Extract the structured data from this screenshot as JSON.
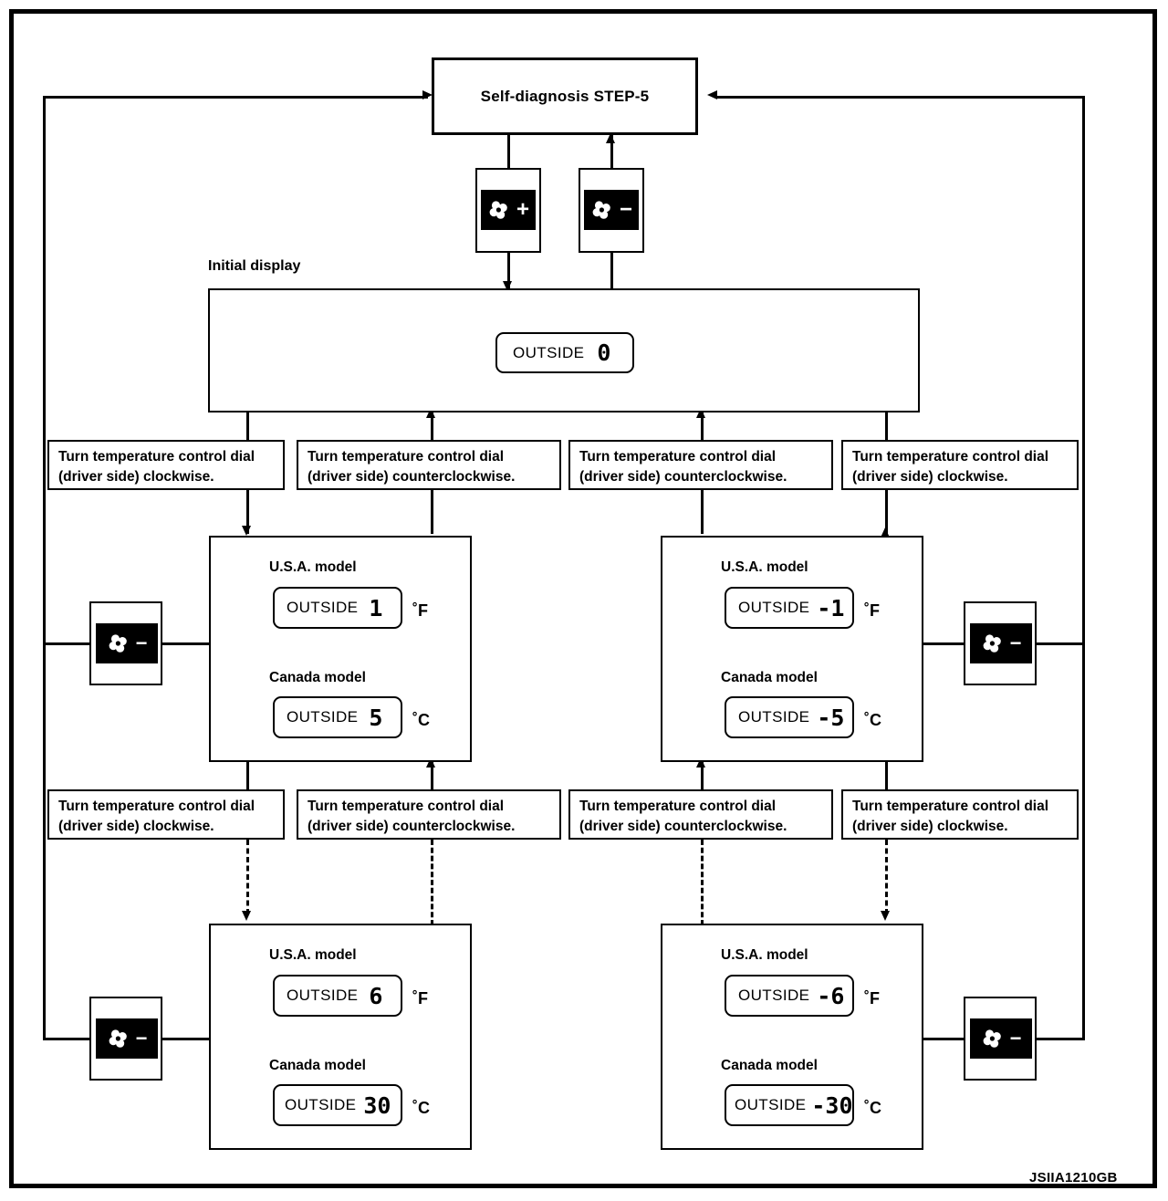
{
  "diagram": {
    "reference_code": "JSIIA1210GB",
    "top_box": {
      "label": "Self-diagnosis STEP-5"
    },
    "initial_display": {
      "caption": "Initial display",
      "lcd": {
        "label": "OUTSIDE",
        "value": "0"
      }
    },
    "keys": {
      "fan_plus": {
        "icon": "fan-icon",
        "sign": "+"
      },
      "fan_minus": {
        "icon": "fan-icon",
        "sign": "−"
      }
    },
    "instructions_row1": [
      {
        "line1": "Turn temperature control dial",
        "line2": "(driver side) clockwise."
      },
      {
        "line1": "Turn temperature control dial",
        "line2": "(driver side) counterclockwise."
      },
      {
        "line1": "Turn temperature control dial",
        "line2": "(driver side) counterclockwise."
      },
      {
        "line1": "Turn temperature control dial",
        "line2": "(driver side) clockwise."
      }
    ],
    "instructions_row2": [
      {
        "line1": "Turn temperature control dial",
        "line2": "(driver side) clockwise."
      },
      {
        "line1": "Turn temperature control dial",
        "line2": "(driver side) counterclockwise."
      },
      {
        "line1": "Turn temperature control dial",
        "line2": "(driver side) counterclockwise."
      },
      {
        "line1": "Turn temperature control dial",
        "line2": "(driver side) clockwise."
      }
    ],
    "panels": {
      "mid_left": {
        "usa": {
          "model_label": "U.S.A. model",
          "lcd_label": "OUTSIDE",
          "value": "1",
          "unit": "˚F"
        },
        "canada": {
          "model_label": "Canada model",
          "lcd_label": "OUTSIDE",
          "value": "5",
          "unit": "˚C"
        }
      },
      "mid_right": {
        "usa": {
          "model_label": "U.S.A. model",
          "lcd_label": "OUTSIDE",
          "value": "-1",
          "unit": "˚F"
        },
        "canada": {
          "model_label": "Canada model",
          "lcd_label": "OUTSIDE",
          "value": "-5",
          "unit": "˚C"
        }
      },
      "bot_left": {
        "usa": {
          "model_label": "U.S.A. model",
          "lcd_label": "OUTSIDE",
          "value": "6",
          "unit": "˚F"
        },
        "canada": {
          "model_label": "Canada model",
          "lcd_label": "OUTSIDE",
          "value": "30",
          "unit": "˚C"
        }
      },
      "bot_right": {
        "usa": {
          "model_label": "U.S.A. model",
          "lcd_label": "OUTSIDE",
          "value": "-6",
          "unit": "˚F"
        },
        "canada": {
          "model_label": "Canada model",
          "lcd_label": "OUTSIDE",
          "value": "-30",
          "unit": "˚C"
        }
      }
    },
    "side_keys": {
      "mid_left": {
        "icon": "fan-icon",
        "sign": "−"
      },
      "mid_right": {
        "icon": "fan-icon",
        "sign": "−"
      },
      "bot_left": {
        "icon": "fan-icon",
        "sign": "−"
      },
      "bot_right": {
        "icon": "fan-icon",
        "sign": "−"
      }
    },
    "colors": {
      "ink": "#000000",
      "paper": "#ffffff"
    }
  }
}
